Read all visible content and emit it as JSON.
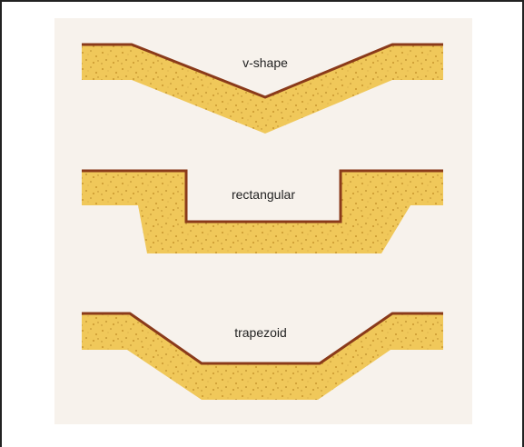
{
  "channels": [
    {
      "name": "v-shape",
      "label": "v-shape"
    },
    {
      "name": "rectangular",
      "label": "rectangular"
    },
    {
      "name": "trapezoid",
      "label": "trapezoid"
    }
  ],
  "colors": {
    "panel_bg": "#f7f2ec",
    "soil_fill": "#f0c85a",
    "soil_speckle": "#c9962e",
    "bank_line": "#8a3a1a",
    "label_text": "#222222"
  }
}
